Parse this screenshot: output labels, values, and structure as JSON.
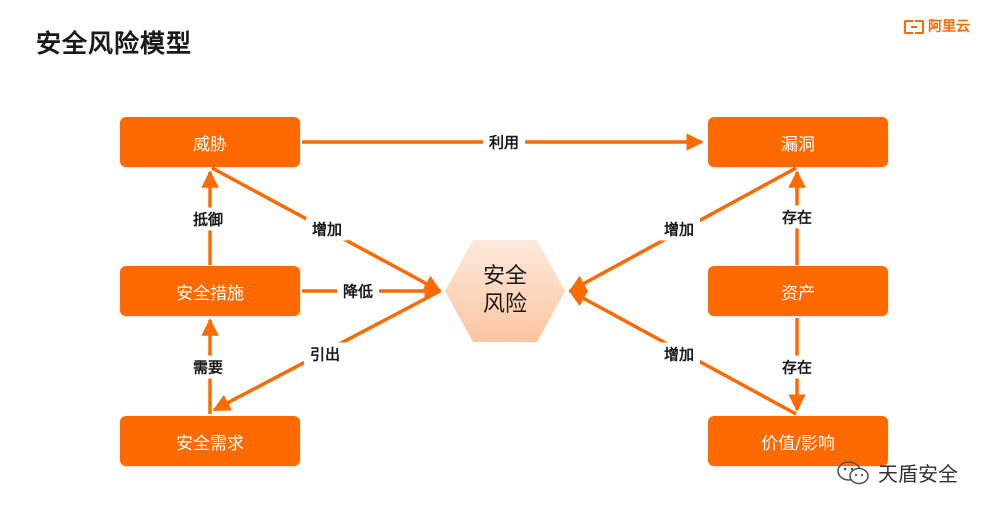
{
  "header": {
    "title": "安全风险模型"
  },
  "brand": {
    "logo_text": "阿里云",
    "color": "#ff6a00"
  },
  "nodes": {
    "threat": "威胁",
    "vulnerability": "漏洞",
    "security_measures": "安全措施",
    "asset": "资产",
    "security_needs": "安全需求",
    "value_impact": "价值/影响",
    "risk_line1": "安全",
    "risk_line2": "风险"
  },
  "edges": {
    "exploit": "利用",
    "resist": "抵御",
    "increase_threat": "增加",
    "reduce": "降低",
    "derive": "引出",
    "need": "需要",
    "increase_vuln": "增加",
    "exist_vuln": "存在",
    "exist_value": "存在",
    "increase_value": "增加"
  },
  "watermark": {
    "text": "天盾安全",
    "icon": "wechat-icon"
  }
}
